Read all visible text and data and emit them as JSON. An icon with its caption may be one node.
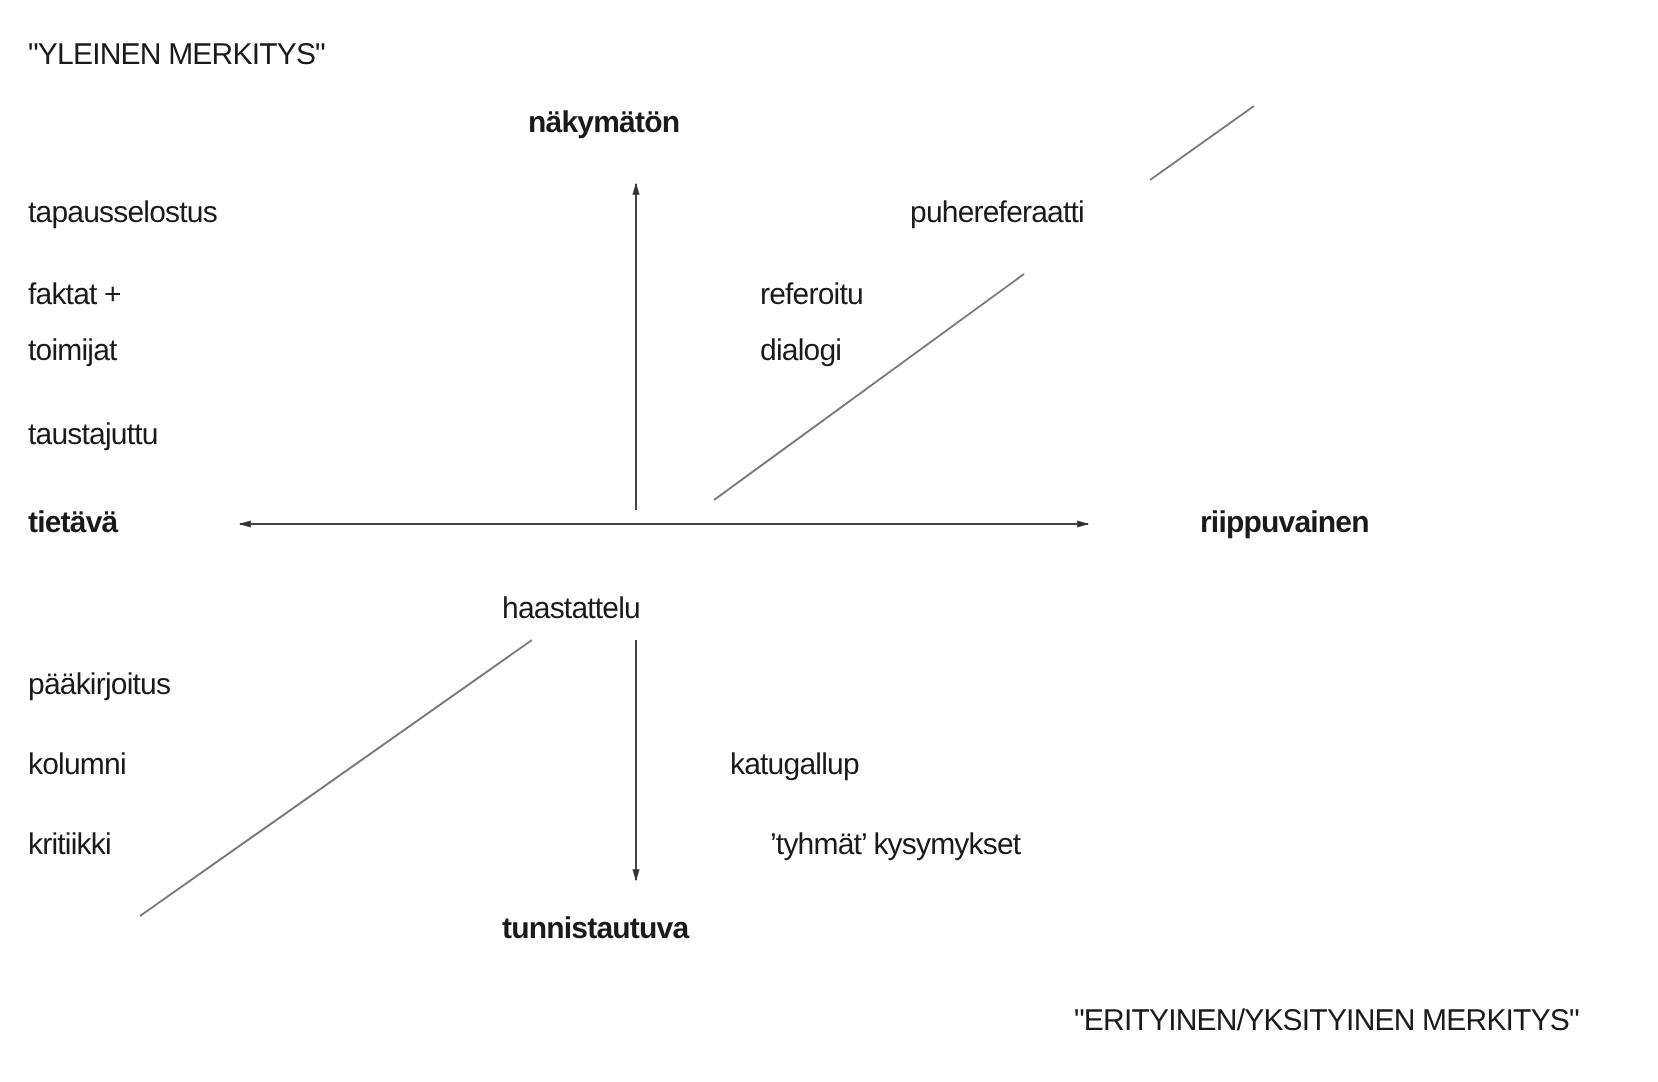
{
  "diagram": {
    "labels": [
      "\"YLEINEN MERKITYS\"",
      "näkymätön",
      "tapausselostus",
      "puhereferaatti",
      "faktat + toimijat",
      "referoitu dialogi",
      "taustajuttu",
      "tietävä",
      "riippuvainen",
      "haastattelu",
      "pääkirjoitus",
      "kolumni",
      "katugallup",
      "kritiikki",
      "’tyhmät’ kysymykset",
      "tunnistautuva",
      "\"ERITYINEN/YKSITYINEN MERKITYS\""
    ]
  }
}
